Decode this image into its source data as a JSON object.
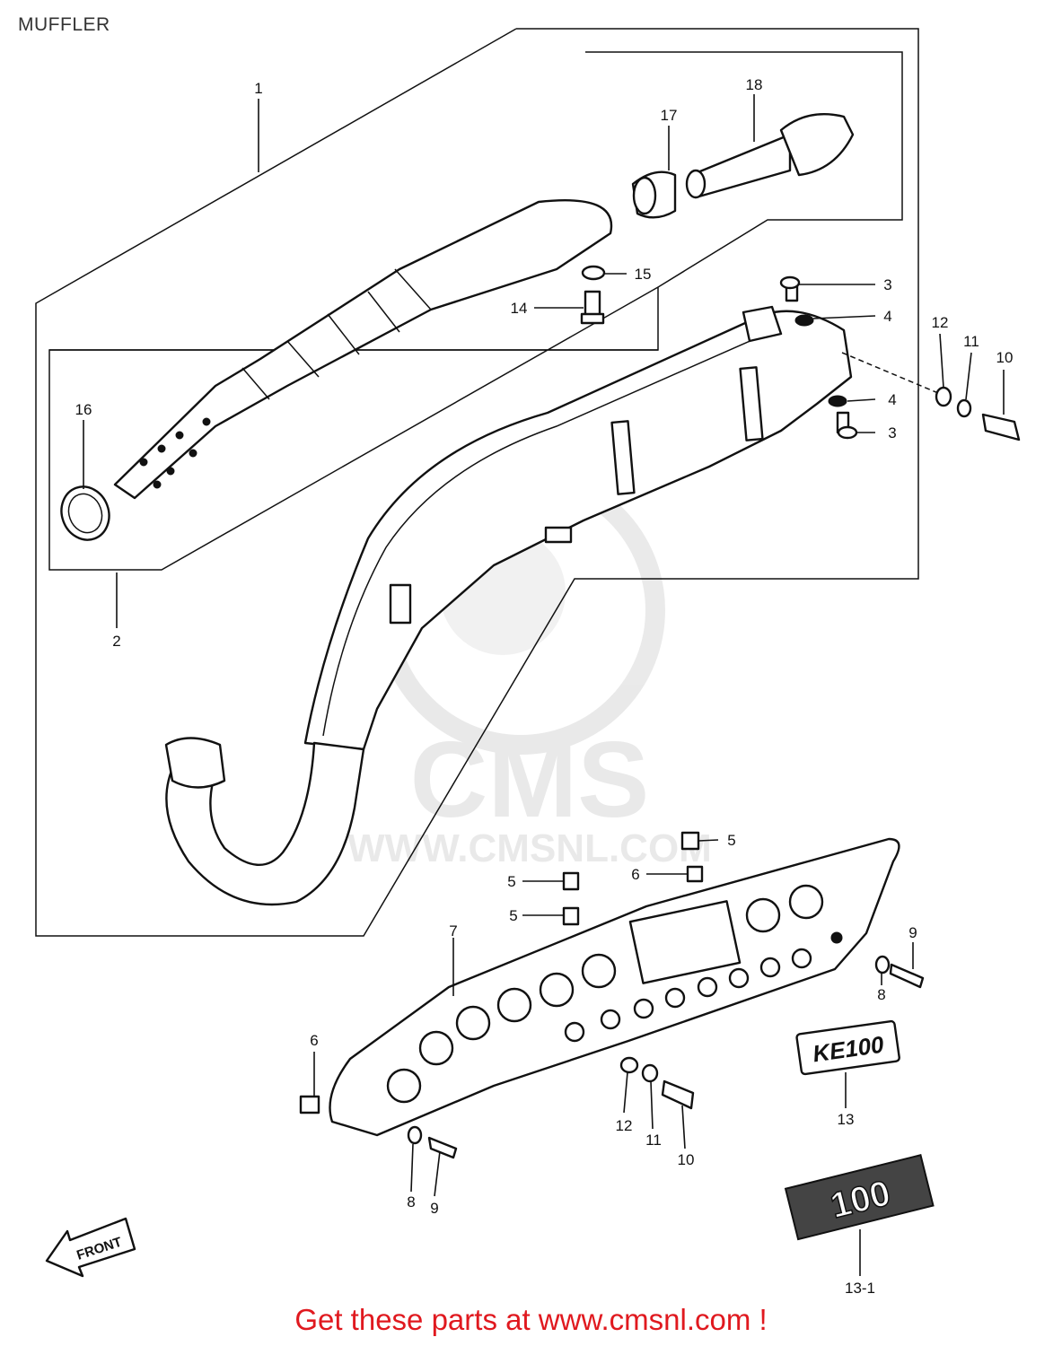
{
  "header": {
    "title": "MUFFLER"
  },
  "callouts": {
    "c1": "1",
    "c2": "2",
    "c3a": "3",
    "c3b": "3",
    "c4a": "4",
    "c4b": "4",
    "c5a": "5",
    "c5b": "5",
    "c5c": "5",
    "c6a": "6",
    "c6b": "6",
    "c7": "7",
    "c8a": "8",
    "c8b": "8",
    "c9a": "9",
    "c9b": "9",
    "c10a": "10",
    "c10b": "10",
    "c11a": "11",
    "c11b": "11",
    "c12a": "12",
    "c12b": "12",
    "c13": "13",
    "c13_1": "13-1",
    "c14": "14",
    "c15": "15",
    "c16": "16",
    "c17": "17",
    "c18": "18"
  },
  "badges": {
    "front": "FRONT",
    "model_emblem": "KE100",
    "side_emblem": "100"
  },
  "watermark": {
    "brand": "CMS",
    "url": "WWW.CMSNL.COM"
  },
  "footer": {
    "text": "Get these parts at www.cmsnl.com !"
  },
  "colors": {
    "footer_red": "#e0191f",
    "line": "#111111",
    "watermark": "#d8d8d8"
  }
}
